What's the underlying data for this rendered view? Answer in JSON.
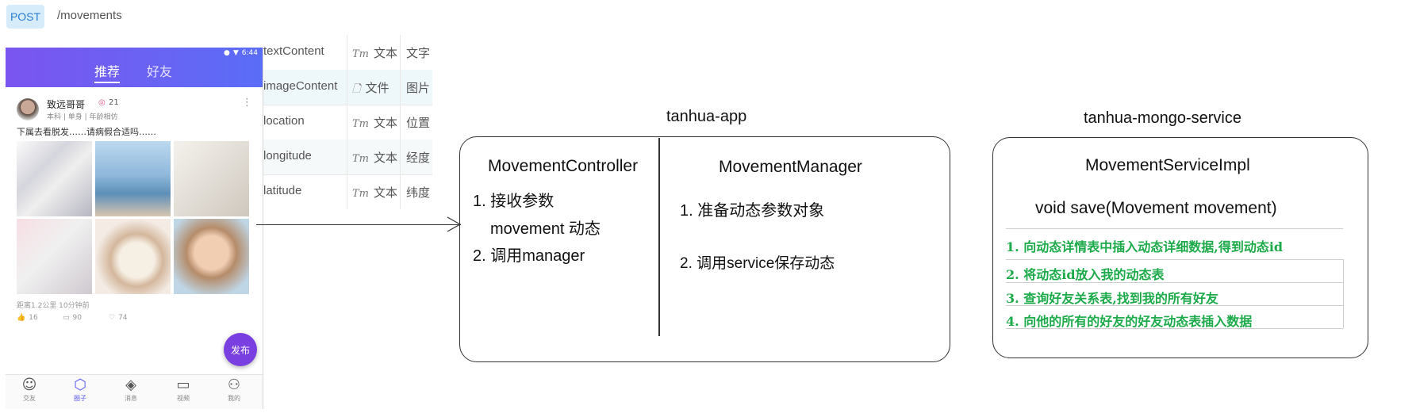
{
  "api": {
    "method": "POST",
    "path": "/movements"
  },
  "phone": {
    "status_time": "6:44",
    "tabs": {
      "recommend": "推荐",
      "friends": "好友"
    },
    "post": {
      "author": "致远哥哥",
      "score": "21",
      "meta": "本科 | 单身 | 年龄相仿",
      "text": "下属去看脱发……请病假合适吗……",
      "distance": "距离1.2公里   10分钟前",
      "likes": "16",
      "comments": "90",
      "loves": "74"
    },
    "publish_label": "发布",
    "nav": [
      {
        "label": "交友",
        "icon": "face-icon"
      },
      {
        "label": "圈子",
        "icon": "hexagon-icon"
      },
      {
        "label": "消息",
        "icon": "layers-icon"
      },
      {
        "label": "视频",
        "icon": "video-icon"
      },
      {
        "label": "我的",
        "icon": "user-icon"
      }
    ]
  },
  "params": [
    {
      "name": "textContent",
      "type": "文本",
      "type_icon": "text-type-icon",
      "desc": "文字"
    },
    {
      "name": "imageContent",
      "type": "文件",
      "type_icon": "file-type-icon",
      "desc": "图片"
    },
    {
      "name": "location",
      "type": "文本",
      "type_icon": "text-type-icon",
      "desc": "位置"
    },
    {
      "name": "longitude",
      "type": "文本",
      "type_icon": "text-type-icon",
      "desc": "经度"
    },
    {
      "name": "latitude",
      "type": "文本",
      "type_icon": "text-type-icon",
      "desc": "纬度"
    }
  ],
  "diagram": {
    "app": {
      "title": "tanhua-app",
      "controller": {
        "title": "MovementController",
        "step1": "1. 接收参数",
        "step1b": "movement  动态",
        "step2": "2. 调用manager"
      },
      "manager": {
        "title": "MovementManager",
        "step1": "1. 准备动态参数对象",
        "step2": "2. 调用service保存动态"
      }
    },
    "mongo": {
      "title": "tanhua-mongo-service",
      "service_title": "MovementServiceImpl",
      "method": "void save(Movement movement)",
      "steps": [
        "1.  向动态详情表中插入动态详细数据,得到动态id",
        "2.  将动态id放入我的动态表",
        "3.  查询好友关系表,找到我的所有好友",
        "4.  向他的所有的好友的好友动态表插入数据"
      ]
    }
  },
  "colors": {
    "accent_purple": "#7a55f0",
    "step_green": "#1daa4a",
    "badge_blue": "#2b7cd3"
  }
}
